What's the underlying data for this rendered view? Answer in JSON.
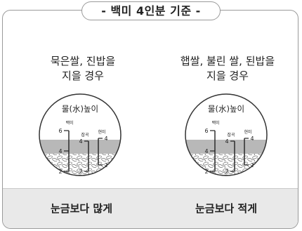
{
  "title": "- 백미 4인분 기준 -",
  "left": {
    "caption_line1": "묵은쌀, 진밥을",
    "caption_line2": "지을 경우",
    "result": "눈금보다 많게"
  },
  "right": {
    "caption_line1": "햅쌀, 불린 쌀, 된밥을",
    "caption_line2": "지을 경우",
    "result": "눈금보다 적게"
  },
  "cup_diagram": {
    "heading": "물(水)높이",
    "scale_white_rice": "백미",
    "scale_mixed_grain": "잡곡",
    "scale_brown_rice": "현미",
    "white_rice_ticks": [
      "6",
      "4",
      "2"
    ],
    "mixed_grain_ticks": [
      "4",
      "2"
    ],
    "brown_rice_ticks": [
      "4",
      "2"
    ]
  },
  "colors": {
    "water": "#b8b8b8",
    "frame": "#9a9a9a",
    "result_bar": "#e9e9e9"
  }
}
